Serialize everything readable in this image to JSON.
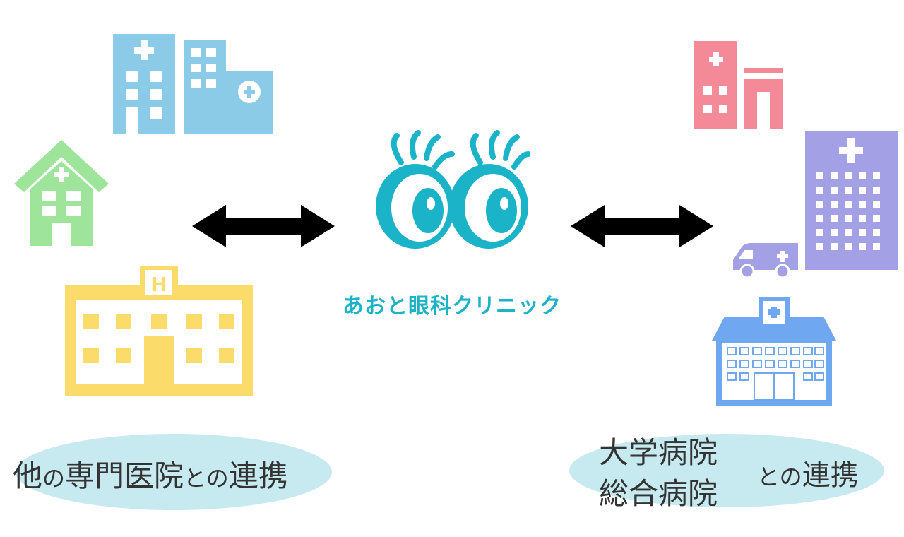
{
  "center": {
    "clinic_name": "あおと眼科クリニック"
  },
  "left": {
    "caption_part1": "他",
    "caption_part2": "の",
    "caption_part3": "専門医院",
    "caption_part4": "との",
    "caption_part5": "連携"
  },
  "right": {
    "caption_line1": "大学病院",
    "caption_line2": "総合病院",
    "caption_tail_small": "との",
    "caption_tail": "連携"
  },
  "colors": {
    "teal": "#1ab3c8",
    "blue_building": "#8ccbe8",
    "green_house": "#9ee49a",
    "yellow_school": "#fbdc6a",
    "pink_building": "#f48a97",
    "purple_tower": "#a3a0e6",
    "blue_hospital": "#6fa8f0",
    "pill_bg": "#c7eaf0",
    "arrow": "#000000"
  },
  "icons": [
    "blue-hospital-complex-icon",
    "green-clinic-house-icon",
    "yellow-h-hospital-icon",
    "eyes-logo-icon",
    "pink-clinic-icon",
    "purple-tower-hospital-icon",
    "ambulance-icon",
    "blue-general-hospital-icon",
    "double-arrow-icon"
  ]
}
